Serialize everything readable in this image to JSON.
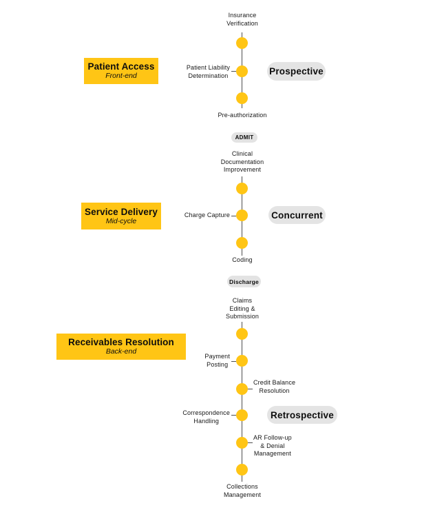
{
  "palette": {
    "accent_yellow": "#FFC515",
    "pill_gray": "#E4E4E4",
    "badge_gray": "#E3E3E3",
    "line_gray": "#4D4D4D",
    "text_black": "#111111"
  },
  "sections": [
    {
      "phase": {
        "title": "Patient Access",
        "subtitle": "Front-end"
      },
      "stage_pill": "Prospective",
      "steps": [
        {
          "label": "Insurance\nVerification"
        },
        {
          "label": "Patient Liability\nDetermination"
        },
        {
          "label": "Pre-authorization"
        }
      ]
    },
    {
      "phase": {
        "title": "Service Delivery",
        "subtitle": "Mid-cycle"
      },
      "stage_pill": "Concurrent",
      "steps": [
        {
          "label": "Clinical\nDocumentation\nImprovement"
        },
        {
          "label": "Charge Capture"
        },
        {
          "label": "Coding"
        }
      ]
    },
    {
      "phase": {
        "title": "Receivables Resolution",
        "subtitle": "Back-end"
      },
      "stage_pill": "Retrospective",
      "steps": [
        {
          "label": "Claims\nEditing &\nSubmission"
        },
        {
          "label": "Payment\nPosting"
        },
        {
          "label": "Credit Balance\nResolution"
        },
        {
          "label": "Correspondence\nHandling"
        },
        {
          "label": "AR Follow-up\n& Denial\nManagement"
        },
        {
          "label": "Collections\nManagement"
        }
      ]
    }
  ],
  "milestones": [
    {
      "label": "ADMIT"
    },
    {
      "label": "Discharge"
    }
  ]
}
